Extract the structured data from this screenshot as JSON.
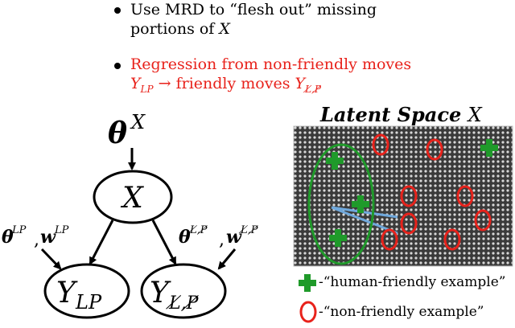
{
  "bullets": [
    {
      "color": "#000000",
      "lines": [
        {
          "text": "Use MRD to “flesh out” missing"
        },
        {
          "text": "portions of ",
          "math": "X"
        }
      ]
    },
    {
      "color": "#e8221b",
      "lines": [
        {
          "text": "Regression from non-friendly moves"
        },
        {
          "math": "Y",
          "sub": "LP",
          "text": " → friendly moves ",
          "math2": "Y",
          "sub2": "L̸,P̸"
        }
      ]
    }
  ],
  "graph": {
    "theta_top": {
      "symbol": "θ",
      "sup": "X"
    },
    "node_x": {
      "label": "X"
    },
    "node_ylp": {
      "label": "Y",
      "sub": "LP"
    },
    "node_yfr": {
      "label": "Y",
      "sub": "L̸,P̸"
    },
    "param_left": {
      "theta": "θ",
      "theta_sup": "LP",
      "sep": ",",
      "w": "w",
      "w_sup": "LP"
    },
    "param_right": {
      "theta": "θ",
      "theta_sup": "L̸,P̸",
      "sep": ",",
      "w": "w",
      "w_sup": "L̸,P̸"
    }
  },
  "latent": {
    "title": "Latent Space",
    "title_var": "X",
    "colors": {
      "plus": "#1f9a2a",
      "circle": "#e8221b",
      "ellipse": "#1f9a2a",
      "link": "#6fa8dc",
      "pattern_bg": "#3a3a3a"
    }
  },
  "legend": {
    "plus_label": "-“human-friendly example”",
    "circle_label": "-“non-friendly example”"
  }
}
